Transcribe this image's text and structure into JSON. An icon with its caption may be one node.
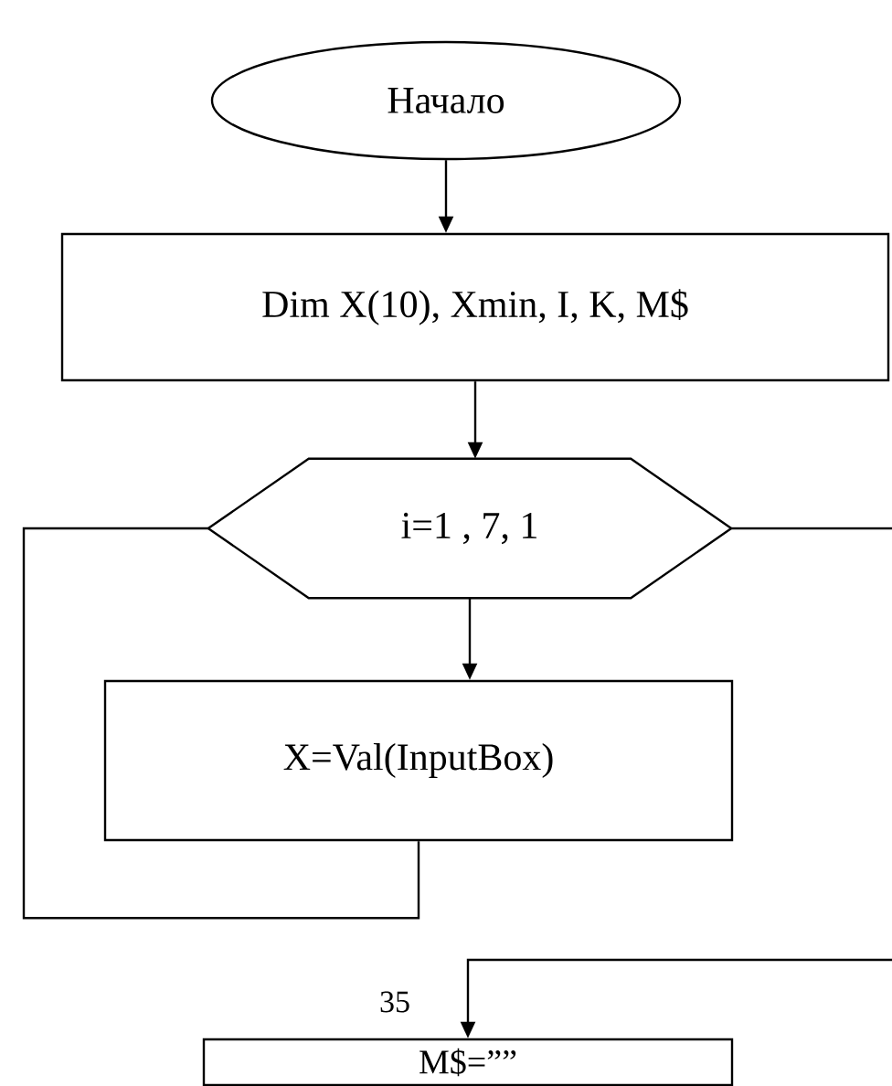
{
  "diagram": {
    "nodes": [
      {
        "text": [
          "Начало"
        ]
      },
      {
        "text": [
          "Dim X(10), Xmin, I, K, M$"
        ]
      },
      {
        "text": [
          "i=1 , 7, 1"
        ]
      },
      {
        "text": [
          "X=Val(InputBox)"
        ]
      },
      {
        "text": [
          "M$=””"
        ]
      }
    ],
    "edges": [
      {
        "from": 0,
        "to": 1,
        "arrow": "to"
      },
      {
        "from": 1,
        "to": 2,
        "arrow": "to"
      },
      {
        "from": 2,
        "to": 3,
        "arrow": "to"
      },
      {
        "from": 3,
        "to": 2,
        "arrow": "none"
      },
      {
        "from": 2,
        "to": null,
        "arrow": "none"
      },
      {
        "from": null,
        "to": 4,
        "arrow": "to"
      }
    ],
    "labels": [
      "35"
    ]
  }
}
